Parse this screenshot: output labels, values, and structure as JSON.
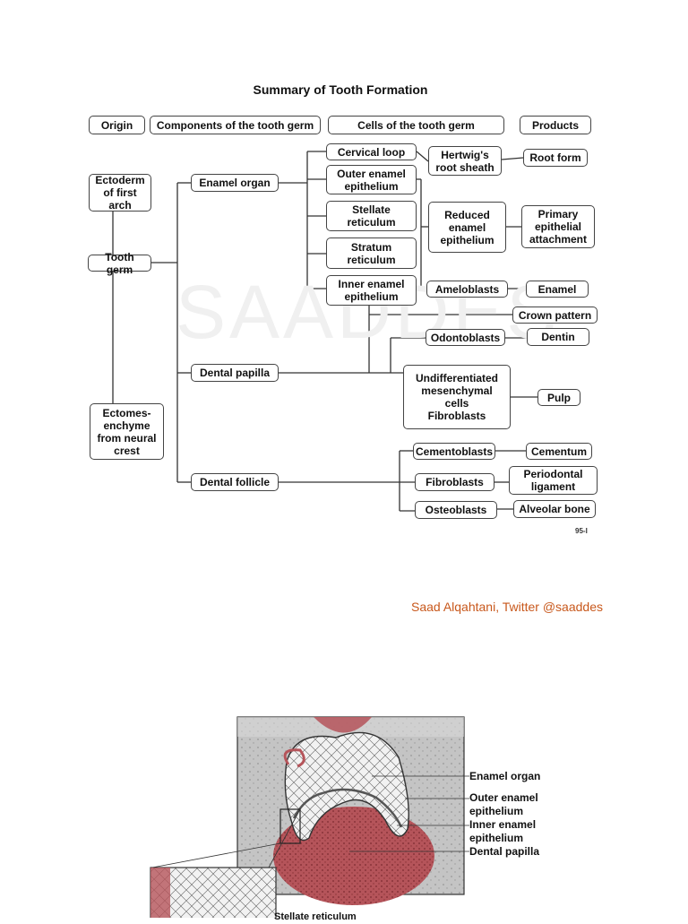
{
  "diagram": {
    "title": "Summary of Tooth Formation",
    "headers": {
      "origin": "Origin",
      "components": "Components of the tooth germ",
      "cells": "Cells of the tooth germ",
      "products": "Products"
    },
    "origin": {
      "ectoderm": "Ectoderm\nof first\narch",
      "tooth_germ": "Tooth germ",
      "ectomesenchyme": "Ectomes-\nenchyme\nfrom neural\ncrest"
    },
    "components": {
      "enamel_organ": "Enamel organ",
      "dental_papilla": "Dental papilla",
      "dental_follicle": "Dental follicle"
    },
    "cells": {
      "cervical_loop": "Cervical loop",
      "outer_enamel": "Outer enamel\nepithelium",
      "stellate": "Stellate\nreticulum",
      "stratum": "Stratum\nreticulum",
      "inner_enamel": "Inner enamel\nepithelium",
      "hertwig": "Hertwig's\nroot sheath",
      "reduced": "Reduced\nenamel\nepithelium",
      "ameloblasts": "Ameloblasts",
      "odontoblasts": "Odontoblasts",
      "undiff": "Undifferentiated\nmesenchymal\ncells\nFibroblasts",
      "cementoblasts": "Cementoblasts",
      "fibroblasts": "Fibroblasts",
      "osteoblasts": "Osteoblasts"
    },
    "products": {
      "root_form": "Root form",
      "primary": "Primary\nepithelial\nattachment",
      "enamel": "Enamel",
      "crown": "Crown pattern",
      "dentin": "Dentin",
      "pulp": "Pulp",
      "cementum": "Cementum",
      "periodontal": "Periodontal\nligament",
      "alveolar": "Alveolar bone"
    },
    "figure_code": "95-I",
    "watermark": "SAADDES"
  },
  "credit": "Saad Alqahtani, Twitter @saaddes",
  "illustration": {
    "labels": {
      "enamel_organ": "Enamel organ",
      "outer": "Outer enamel\nepithelium",
      "inner": "Inner enamel\nepithelium",
      "papilla": "Dental papilla",
      "stellate": "Stellate reticulum"
    },
    "colors": {
      "tissue": "#b9b9b9",
      "papilla": "#b54a50",
      "organ": "#e8e8e8"
    }
  }
}
